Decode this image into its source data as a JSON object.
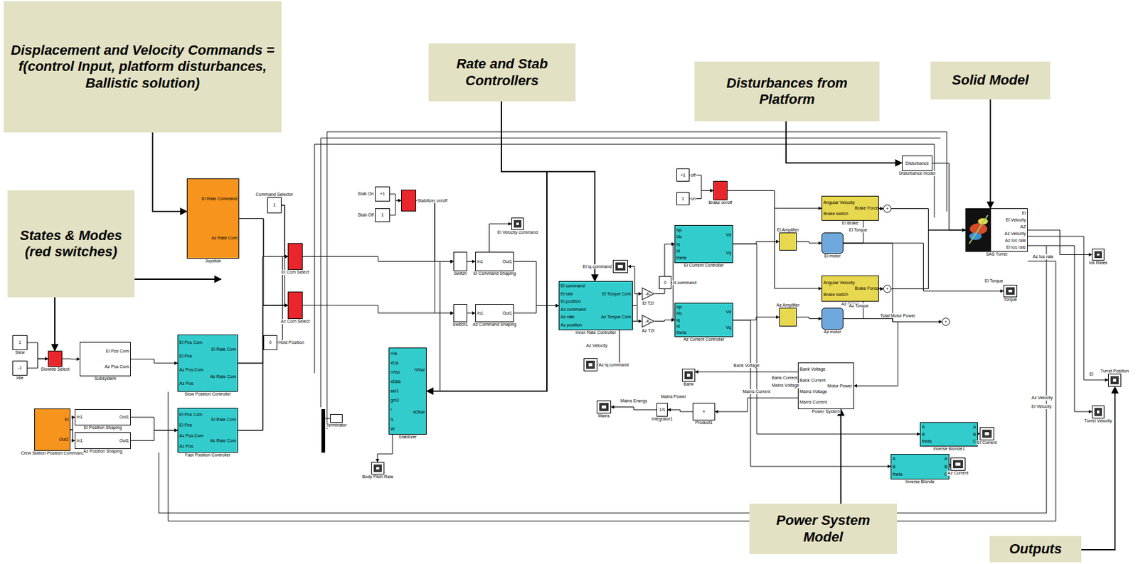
{
  "diagram": {
    "nodes": [
      {
        "text": [
          "Displacement and Velocity Commands = f(control Input, platform disturbances, Ballistic solution)"
        ]
      },
      {
        "text": [
          "States & Modes (red switches)"
        ]
      },
      {
        "text": [
          "Rate and Stab Controllers"
        ]
      },
      {
        "text": [
          "Disturbances from Platform"
        ]
      },
      {
        "text": [
          "Solid Model"
        ]
      },
      {
        "text": [
          "Power System Model"
        ]
      },
      {
        "text": [
          "Outputs"
        ]
      },
      {
        "text": [
          "1",
          "Slew"
        ]
      },
      {
        "text": [
          "-1",
          "Idle"
        ]
      },
      {
        "text": [
          "Slowide Select"
        ]
      },
      {
        "text": [
          "El Pos Com",
          "Az Pos Com",
          "Subsystem"
        ]
      },
      {
        "text": [
          "El Pos Com",
          "El Pos",
          "Az Pos Com",
          "Az Pos",
          "El Rate Com",
          "Az Rate Com",
          "Slow Position Controller"
        ]
      },
      {
        "text": [
          "El",
          "Out2",
          "Crew Station Position Command"
        ]
      },
      {
        "text": [
          "In1",
          "Out1",
          "El Position Shaping"
        ]
      },
      {
        "text": [
          "In1",
          "Out1",
          "Az Position Shaping"
        ]
      },
      {
        "text": [
          "El Pos Com",
          "El Pos",
          "Az Pos Com",
          "Az Pos",
          "El Rate Com",
          "Az Rate Com",
          "Fast Position Controller"
        ]
      },
      {
        "text": [
          "El Rate Command",
          "Az Rate Com",
          "Joystick"
        ]
      },
      {
        "text": [
          "1",
          "Command Selector"
        ]
      },
      {
        "text": [
          "El Com Select"
        ]
      },
      {
        "text": [
          "Az Com Select"
        ]
      },
      {
        "text": [
          "0",
          "Hold Position"
        ]
      },
      {
        "text": [
          "+1",
          "Stab On"
        ]
      },
      {
        "text": [
          "1",
          "Stab Off"
        ]
      },
      {
        "text": [
          "Stabilizer on/off"
        ]
      },
      {
        "text": [
          "Switch"
        ]
      },
      {
        "text": [
          "Switch1"
        ]
      },
      {
        "text": [
          "In1",
          "Out1",
          "El Command Shaping"
        ]
      },
      {
        "text": [
          "In1",
          "Out1",
          "Az Command Shaping"
        ]
      },
      {
        "text": [
          "El Velocity command"
        ]
      },
      {
        "text": [
          "Terminator"
        ]
      },
      {
        "text": [
          "rVa",
          "xDa",
          "rVbb",
          "xDbb",
          "sel1",
          "gm2",
          "r",
          "q",
          "W",
          "rVbar",
          "xDbar",
          "Stabilizer"
        ]
      },
      {
        "text": [
          "Body Pitch Rate"
        ]
      },
      {
        "text": [
          "El command",
          "El rate",
          "El position",
          "Az command",
          "Az rate",
          "Az position",
          "El Torque Com",
          "Az Torque Com",
          "Inner Rate Controller"
        ]
      },
      {
        "text": [
          "-K-",
          "El T2I"
        ]
      },
      {
        "text": [
          "-K-",
          "Az T2I"
        ]
      },
      {
        "text": [
          "El iq command"
        ]
      },
      {
        "text": [
          "0",
          "id command"
        ]
      },
      {
        "text": [
          "iqc",
          "idc",
          "iq",
          "id",
          "theta",
          "Vd",
          "Vq",
          "El Current Controller"
        ]
      },
      {
        "text": [
          "iqc",
          "idc",
          "iq",
          "id",
          "theta",
          "Vd",
          "Vq",
          "Az Current Controller"
        ]
      },
      {
        "text": [
          "Az iq command"
        ]
      },
      {
        "text": [
          "+1",
          "off"
        ]
      },
      {
        "text": [
          "1",
          "on"
        ]
      },
      {
        "text": [
          "Brake on/off"
        ]
      },
      {
        "text": [
          "El Amplifier"
        ]
      },
      {
        "text": [
          "Az Amplifier"
        ]
      },
      {
        "text": [
          "El motor"
        ]
      },
      {
        "text": [
          "Az motor"
        ]
      },
      {
        "text": [
          "Angular Velocity",
          "Brake switch",
          "Brake Force",
          "El Brake"
        ]
      },
      {
        "text": [
          "Angular Velocity",
          "Brake switch",
          "Brake Force",
          "Az Brake"
        ]
      },
      {
        "text": [
          "Disturbance",
          "Disturbance model"
        ]
      },
      {
        "text": [
          "El",
          "El Velocity",
          "AZ",
          "Az Velocity",
          "Az Ios rate",
          "El Ios rate",
          "SAS Turret"
        ]
      },
      {
        "text": [
          "Ios Rates"
        ]
      },
      {
        "text": [
          "Torque"
        ]
      },
      {
        "text": [
          "Bank Voltage",
          "Bank Current",
          "Mains Voltage",
          "Mains Current",
          "Motor Power",
          "Power System"
        ]
      },
      {
        "text": [
          "Bank"
        ]
      },
      {
        "text": [
          "Mains"
        ]
      },
      {
        "text": [
          "1/s",
          "Integrator1"
        ]
      },
      {
        "text": [
          "×",
          "Product1"
        ]
      },
      {
        "text": [
          "A",
          "B",
          "theta",
          "A",
          "B",
          "C",
          "Inverse Blonde1"
        ]
      },
      {
        "text": [
          "A",
          "B",
          "theta",
          "A",
          "B",
          "C",
          "Inverse Blonde"
        ]
      },
      {
        "text": [
          "El Current"
        ]
      },
      {
        "text": [
          "Az Current"
        ]
      },
      {
        "text": [
          "Turret Position"
        ]
      },
      {
        "text": [
          "Turret Velocity"
        ]
      },
      {
        "text": [
          "+"
        ]
      },
      {
        "text": [
          "+"
        ]
      },
      {
        "text": [
          "+"
        ]
      }
    ],
    "edges": [
      {
        "from": 0,
        "to": 16,
        "arrow": "to"
      },
      {
        "from": 1,
        "to": 9,
        "arrow": "to"
      },
      {
        "from": 2,
        "to": 32,
        "arrow": "to"
      },
      {
        "from": 2,
        "to": 30,
        "arrow": "to"
      },
      {
        "from": 3,
        "to": 49,
        "arrow": "to"
      },
      {
        "from": 49,
        "to": 50,
        "arrow": "to"
      },
      {
        "from": 4,
        "to": 50,
        "arrow": "to"
      },
      {
        "from": 5,
        "to": 53,
        "arrow": "to"
      },
      {
        "from": 6,
        "to": 62,
        "arrow": "to"
      },
      {
        "from": 16,
        "to": 18,
        "arrow": "to"
      },
      {
        "from": 16,
        "to": 19,
        "arrow": "to"
      },
      {
        "from": 17,
        "to": 18,
        "arrow": "to"
      },
      {
        "from": 17,
        "to": 19,
        "arrow": "to"
      },
      {
        "from": 7,
        "to": 9,
        "arrow": "to"
      },
      {
        "from": 8,
        "to": 9,
        "arrow": "to"
      },
      {
        "from": 9,
        "to": 10,
        "arrow": "to"
      },
      {
        "from": 10,
        "to": 11,
        "arrow": "to"
      },
      {
        "from": 12,
        "to": 13,
        "arrow": "to"
      },
      {
        "from": 12,
        "to": 14,
        "arrow": "to"
      },
      {
        "from": 13,
        "to": 15,
        "arrow": "to"
      },
      {
        "from": 14,
        "to": 15,
        "arrow": "to"
      },
      {
        "from": 11,
        "to": 18,
        "arrow": "to"
      },
      {
        "from": 11,
        "to": 19,
        "arrow": "to"
      },
      {
        "from": 15,
        "to": 18,
        "arrow": "to"
      },
      {
        "from": 15,
        "to": 19,
        "arrow": "to"
      },
      {
        "from": 20,
        "to": 18,
        "arrow": "to"
      },
      {
        "from": 20,
        "to": 19,
        "arrow": "to"
      },
      {
        "from": 18,
        "to": 24,
        "arrow": "to"
      },
      {
        "from": 19,
        "to": 25,
        "arrow": "to"
      },
      {
        "from": 21,
        "to": 23,
        "arrow": "to"
      },
      {
        "from": 22,
        "to": 23,
        "arrow": "to"
      },
      {
        "from": 23,
        "to": 24,
        "arrow": "to"
      },
      {
        "from": 23,
        "to": 25,
        "arrow": "to"
      },
      {
        "from": 24,
        "to": 26,
        "arrow": "to"
      },
      {
        "from": 25,
        "to": 27,
        "arrow": "to"
      },
      {
        "from": 30,
        "to": 24,
        "arrow": "to"
      },
      {
        "from": 30,
        "to": 25,
        "arrow": "to"
      },
      {
        "from": 26,
        "to": 32,
        "arrow": "to"
      },
      {
        "from": 27,
        "to": 32,
        "arrow": "to"
      },
      {
        "from": 24,
        "to": 28,
        "arrow": "to"
      },
      {
        "from": 30,
        "to": 31,
        "arrow": "to"
      },
      {
        "from": 32,
        "to": 33,
        "arrow": "to"
      },
      {
        "from": 32,
        "to": 34,
        "arrow": "to"
      },
      {
        "from": 33,
        "to": 35,
        "arrow": "to"
      },
      {
        "from": 34,
        "to": 39,
        "arrow": "to"
      },
      {
        "from": 33,
        "to": 37,
        "arrow": "to"
      },
      {
        "from": 34,
        "to": 38,
        "arrow": "to"
      },
      {
        "from": 36,
        "to": 37,
        "arrow": "to"
      },
      {
        "from": 36,
        "to": 38,
        "arrow": "to"
      },
      {
        "from": 37,
        "to": 43,
        "arrow": "to"
      },
      {
        "from": 38,
        "to": 44,
        "arrow": "to"
      },
      {
        "from": 43,
        "to": 45,
        "arrow": "to"
      },
      {
        "from": 44,
        "to": 46,
        "arrow": "to"
      },
      {
        "from": 40,
        "to": 42,
        "arrow": "to"
      },
      {
        "from": 41,
        "to": 42,
        "arrow": "to"
      },
      {
        "from": 42,
        "to": 47,
        "arrow": "to"
      },
      {
        "from": 42,
        "to": 48,
        "arrow": "to"
      },
      {
        "from": 47,
        "to": 64,
        "arrow": "to"
      },
      {
        "from": 45,
        "to": 64,
        "arrow": "to"
      },
      {
        "from": 48,
        "to": 65,
        "arrow": "to"
      },
      {
        "from": 46,
        "to": 65,
        "arrow": "to"
      },
      {
        "from": 64,
        "to": 50,
        "arrow": "to"
      },
      {
        "from": 65,
        "to": 50,
        "arrow": "to"
      },
      {
        "from": 50,
        "to": 51,
        "arrow": "to"
      },
      {
        "from": 45,
        "to": 52,
        "arrow": "to"
      },
      {
        "from": 45,
        "to": 66,
        "arrow": "to"
      },
      {
        "from": 46,
        "to": 66,
        "arrow": "to"
      },
      {
        "from": 66,
        "to": 53,
        "label": "Total Motor Power",
        "arrow": "to"
      },
      {
        "from": 53,
        "to": 54,
        "label": "Bank Voltage",
        "arrow": "to"
      },
      {
        "from": 53,
        "to": 57,
        "label": "Mains Current",
        "arrow": "to"
      },
      {
        "from": 57,
        "to": 56,
        "arrow": "to"
      },
      {
        "from": 56,
        "to": 55,
        "label": "Mains Energy",
        "arrow": "to"
      },
      {
        "from": 50,
        "to": 62,
        "arrow": "to"
      },
      {
        "from": 50,
        "to": 63,
        "arrow": "to"
      },
      {
        "from": 37,
        "to": 58,
        "arrow": "to"
      },
      {
        "from": 38,
        "to": 59,
        "arrow": "to"
      },
      {
        "from": 58,
        "to": 60,
        "arrow": "to"
      },
      {
        "from": 59,
        "to": 61,
        "arrow": "to"
      }
    ],
    "labels": [
      "Az Velocity",
      "El",
      "Az Velocity",
      "El Velocity",
      "El Torque",
      "Az Torque",
      "El Torque",
      "Az Ios rate",
      "Bank Current",
      "Mains Voltage",
      "Mains Power"
    ]
  }
}
